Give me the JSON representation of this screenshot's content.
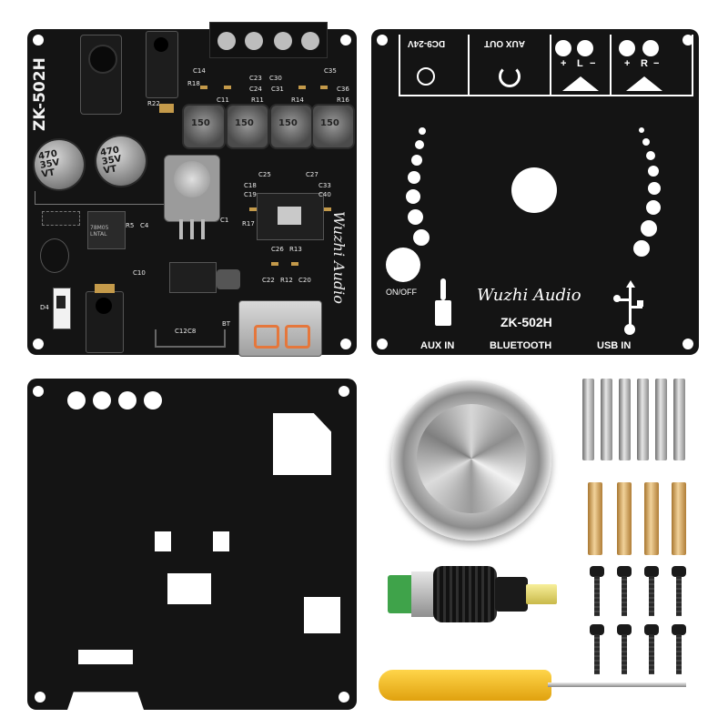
{
  "board": {
    "model_label": "ZK-502H",
    "brand_script": "Wuzhi Audio",
    "cap_left": [
      "470",
      "35V",
      "VT"
    ],
    "cap_right": [
      "470",
      "35V",
      "VT"
    ],
    "inductor_label": "150",
    "regulator_label": "78M05 LNTAL",
    "silk_refs": {
      "c14": "C14",
      "c23": "C23",
      "c30": "C30",
      "c35": "C35",
      "r18": "R18",
      "c24": "C24",
      "c31": "C31",
      "c36": "C36",
      "c11": "C11",
      "r11": "R11",
      "r14": "R14",
      "r16": "R16",
      "c25": "C25",
      "c27": "C27",
      "c18": "C18",
      "c33": "C33",
      "c19": "C19",
      "c40": "C40",
      "r17": "R17",
      "c26": "C26",
      "r13": "R13",
      "c22": "C22",
      "r12": "R12",
      "c20": "C20",
      "r5": "R5",
      "c4": "C4",
      "c10": "C10",
      "d4": "D4",
      "bt": "BT",
      "c1": "C1",
      "c12": "C12",
      "c8": "C8",
      "r22": "R22"
    }
  },
  "top_plate": {
    "dc_label": "DC9-24V",
    "aux_out_label": "AUX OUT",
    "left_speaker": "L",
    "right_speaker": "R",
    "plus": "+",
    "minus": "−",
    "on_off_label": "ON/OFF",
    "brand_script": "Wuzhi Audio",
    "model_label": "ZK-502H",
    "aux_in_label": "AUX IN",
    "bluetooth_label": "BLUETOOTH",
    "usb_in_label": "USB IN"
  },
  "accessories": {
    "knob": "volume-knob",
    "dc_adapter": "dc-barrel-plug-adapter",
    "screwdriver": "screwdriver",
    "rod_count": 6,
    "spacer_count": 4,
    "screw_count": 8
  },
  "colors": {
    "board": "#141414",
    "plate": "#141414",
    "copper": "#c49a4a",
    "spacer_brass": "#e2b86e",
    "terminal_green": "#3fa34a",
    "screwdriver_yellow": "#f2b51d"
  }
}
